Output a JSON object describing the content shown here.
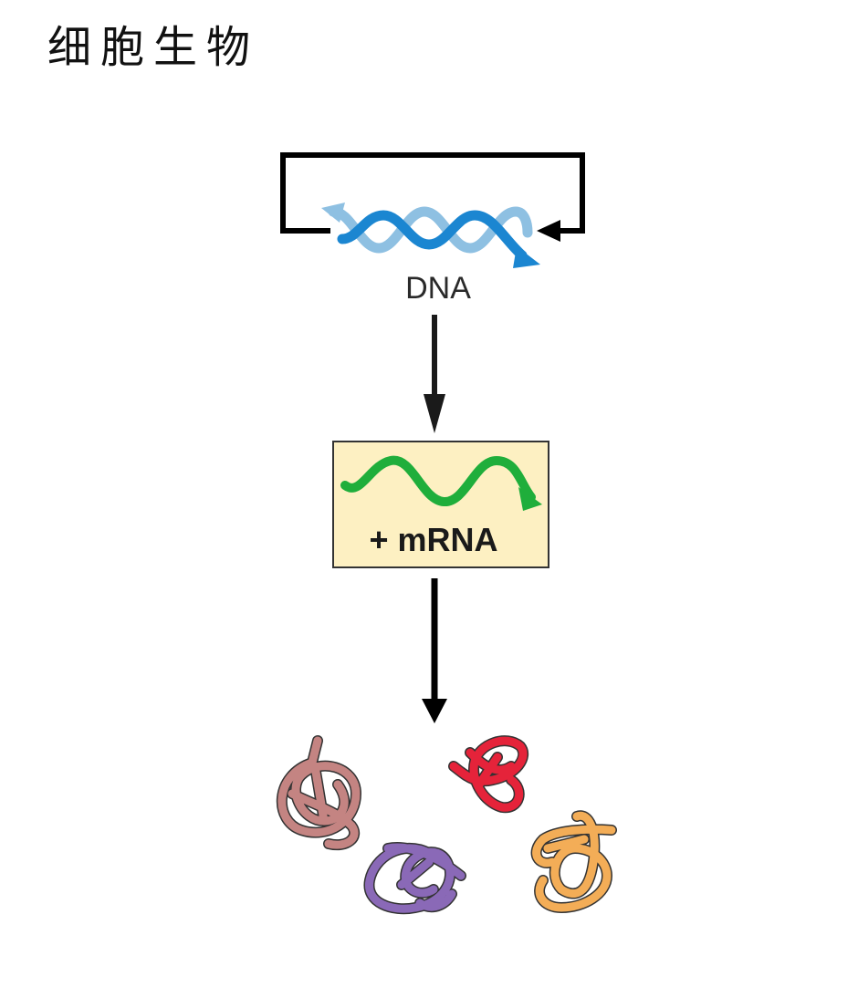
{
  "title": "细胞生物",
  "diagram": {
    "dna": {
      "label": "DNA",
      "strand_dark_color": "#1b86d1",
      "strand_light_color": "#8ec0e2",
      "feedback_loop": "self-replication"
    },
    "mrna": {
      "label": "+ mRNA",
      "box_fill": "#fdf0c2",
      "strand_color": "#1fae3b"
    },
    "proteins": [
      {
        "name": "protein-1",
        "color": "#c48482"
      },
      {
        "name": "protein-2",
        "color": "#e5233a"
      },
      {
        "name": "protein-3",
        "color": "#8a69b7"
      },
      {
        "name": "protein-4",
        "color": "#f3ad57"
      }
    ]
  }
}
